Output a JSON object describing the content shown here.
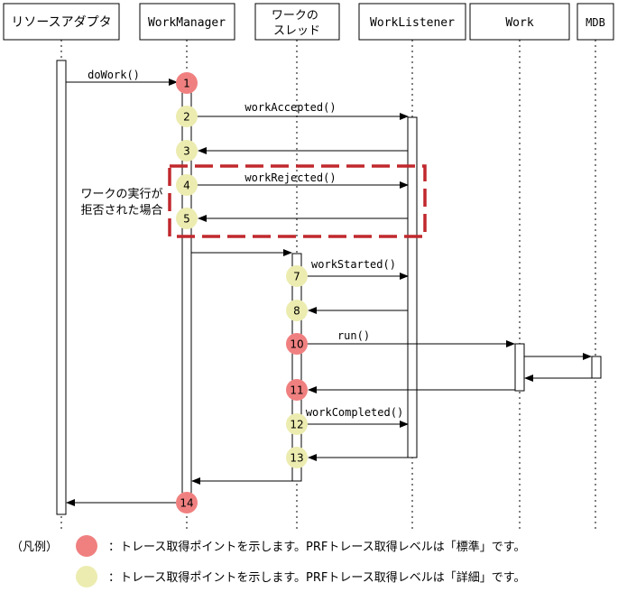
{
  "participants": [
    {
      "id": "ra",
      "label": "リソースアダプタ"
    },
    {
      "id": "wm",
      "label": "WorkManager"
    },
    {
      "id": "th",
      "label": "ワークの\nスレッド"
    },
    {
      "id": "wl",
      "label": "WorkListener"
    },
    {
      "id": "wk",
      "label": "Work"
    },
    {
      "id": "mdb",
      "label": "MDB"
    }
  ],
  "messages": [
    {
      "label": "doWork()"
    },
    {
      "label": "workAccepted()"
    },
    {
      "label": ""
    },
    {
      "label": "workRejected()"
    },
    {
      "label": ""
    },
    {
      "label": ""
    },
    {
      "label": "workStarted()"
    },
    {
      "label": ""
    },
    {
      "label": "run()"
    },
    {
      "label": ""
    },
    {
      "label": ""
    },
    {
      "label": ""
    },
    {
      "label": "workCompleted()"
    },
    {
      "label": ""
    },
    {
      "label": ""
    },
    {
      "label": ""
    }
  ],
  "trace_points": [
    {
      "num": "1",
      "level": "standard"
    },
    {
      "num": "2",
      "level": "detail"
    },
    {
      "num": "3",
      "level": "detail"
    },
    {
      "num": "4",
      "level": "detail"
    },
    {
      "num": "5",
      "level": "detail"
    },
    {
      "num": "7",
      "level": "detail"
    },
    {
      "num": "8",
      "level": "detail"
    },
    {
      "num": "10",
      "level": "standard"
    },
    {
      "num": "11",
      "level": "standard"
    },
    {
      "num": "12",
      "level": "detail"
    },
    {
      "num": "13",
      "level": "detail"
    },
    {
      "num": "14",
      "level": "standard"
    }
  ],
  "rejected_note": {
    "line1": "ワークの実行が",
    "line2": "拒否された場合"
  },
  "legend": {
    "title": "（凡例）",
    "standard_text": "：トレース取得ポイントを示します。PRFトレース取得レベルは「標準」です。",
    "detail_text": "：トレース取得ポイントを示します。PRFトレース取得レベルは「詳細」です。"
  },
  "colors": {
    "standard": "#f08080",
    "detail": "#ececb0",
    "frame": "#c0282d",
    "line": "#000000"
  }
}
